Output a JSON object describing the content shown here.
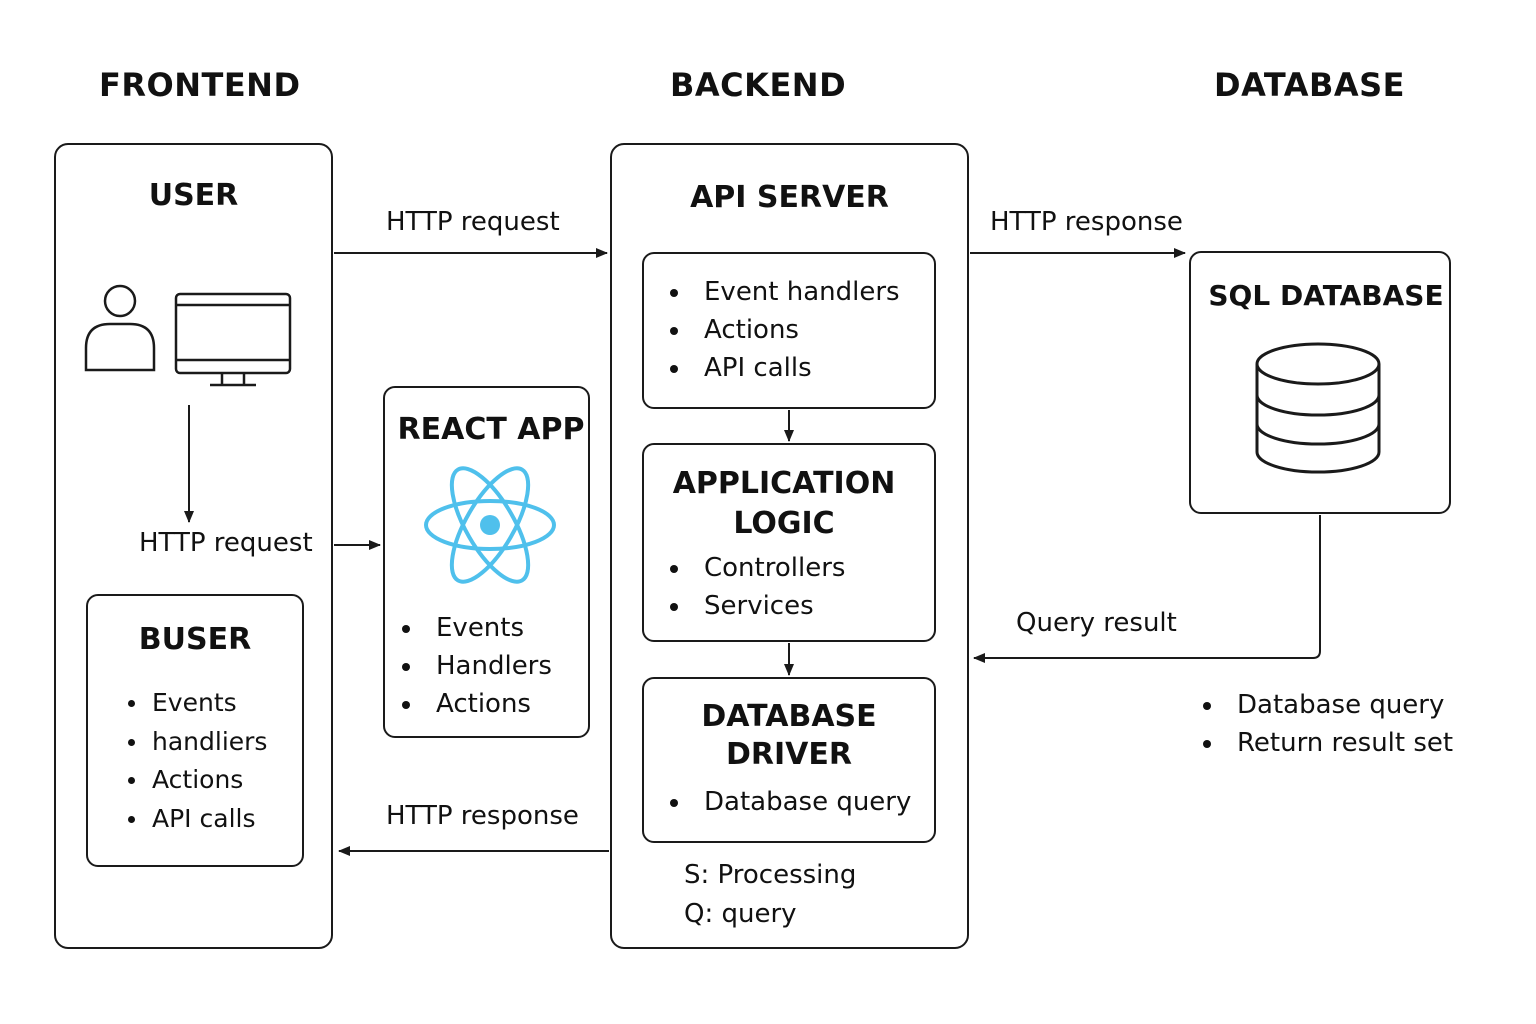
{
  "columns": {
    "frontend": "FRONTEND",
    "backend": "BACKEND",
    "database": "DATABASE"
  },
  "frontend": {
    "user_title": "USER",
    "icons": [
      "user-icon",
      "monitor-icon"
    ],
    "down_arrow_label": "HTTP request",
    "buser": {
      "title": "BUSER",
      "items": [
        "Events",
        "handliers",
        "Actions",
        "API calls"
      ]
    }
  },
  "react_app": {
    "title": "REACT APP",
    "icon": "react-logo-icon",
    "items": [
      "Events",
      "Handlers",
      "Actions"
    ]
  },
  "backend": {
    "title": "API SERVER",
    "handlers_box": {
      "items": [
        "Event handlers",
        "Actions",
        "API calls"
      ]
    },
    "application_logic": {
      "title_line1": "APPLICATION",
      "title_line2": "LOGIC",
      "items": [
        "Controllers",
        "Services"
      ]
    },
    "database_driver": {
      "title_line1": "DATABASE",
      "title_line2": "DRIVER",
      "items": [
        "Database query"
      ]
    },
    "footer": {
      "line1": "S: Processing",
      "line2": "Q: query"
    }
  },
  "database": {
    "title": "SQL DATABASE",
    "icon": "database-cylinder-icon",
    "items": [
      "Database query",
      "Return result set"
    ]
  },
  "arrows": {
    "user_to_api": "HTTP request",
    "api_to_db": "HTTP response",
    "db_to_api": "Query result",
    "api_to_user": "HTTP response"
  },
  "colors": {
    "react": "#4fc0ec",
    "stroke": "#1a1a1a"
  }
}
